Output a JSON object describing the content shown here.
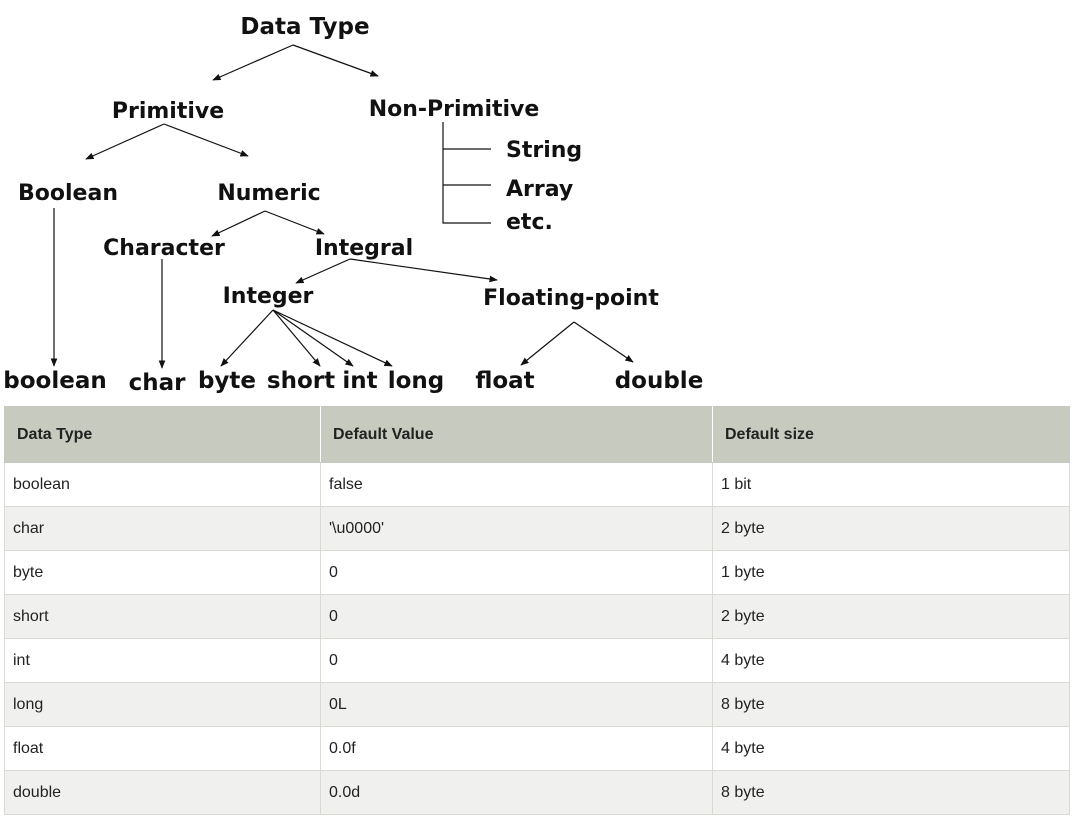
{
  "tree": {
    "root": "Data Type",
    "primitive": "Primitive",
    "non_primitive": "Non-Primitive",
    "non_primitive_children": [
      "String",
      "Array",
      "etc."
    ],
    "boolean_category": "Boolean",
    "numeric": "Numeric",
    "character": "Character",
    "integral": "Integral",
    "integer": "Integer",
    "floating_point": "Floating-point",
    "leaves": {
      "boolean": "boolean",
      "char": "char",
      "byte": "byte",
      "short": "short",
      "int": "int",
      "long": "long",
      "float": "float",
      "double": "double"
    }
  },
  "table": {
    "headers": [
      "Data Type",
      "Default Value",
      "Default size"
    ],
    "rows": [
      [
        "boolean",
        "false",
        "1 bit"
      ],
      [
        "char",
        "'\\u0000'",
        "2 byte"
      ],
      [
        "byte",
        "0",
        "1 byte"
      ],
      [
        "short",
        "0",
        "2 byte"
      ],
      [
        "int",
        "0",
        "4 byte"
      ],
      [
        "long",
        "0L",
        "8 byte"
      ],
      [
        "float",
        "0.0f",
        "4 byte"
      ],
      [
        "double",
        "0.0d",
        "8 byte"
      ]
    ]
  }
}
